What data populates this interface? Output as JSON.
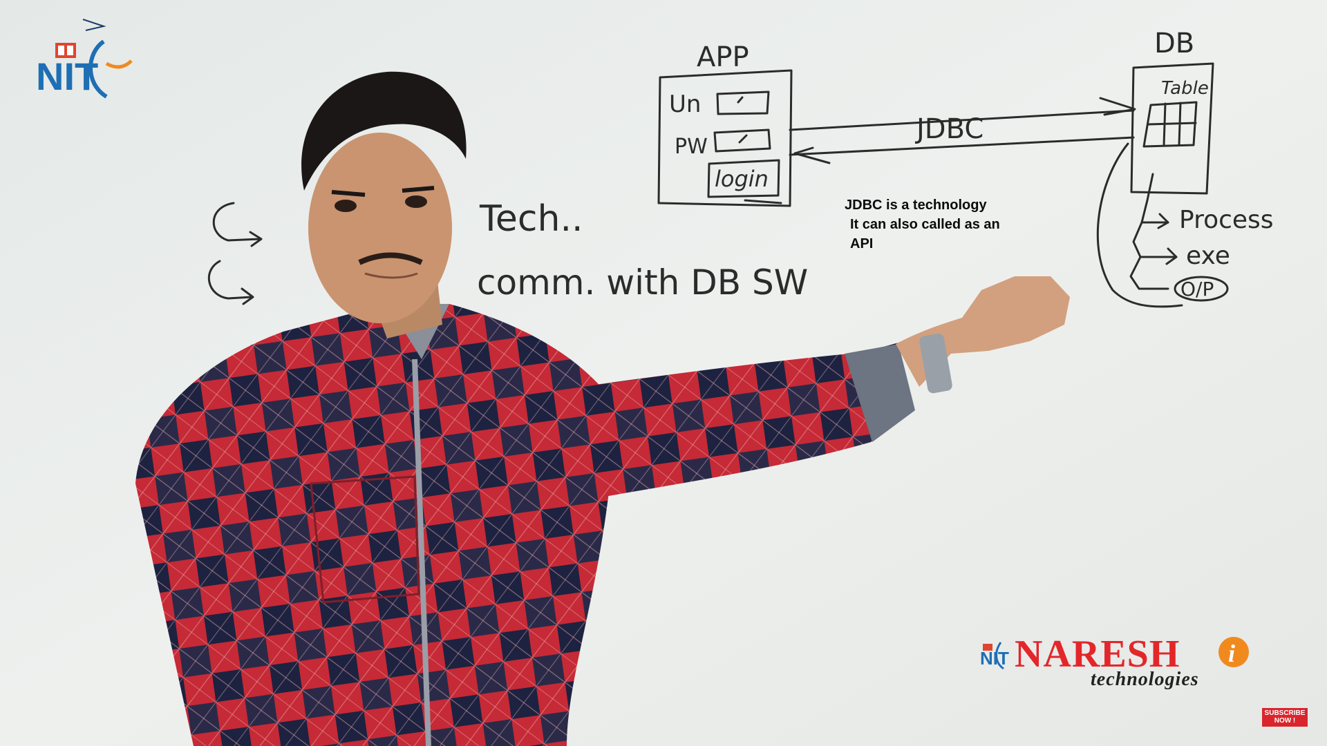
{
  "overlay": {
    "line1": "JDBC is a technology",
    "line2": "It can also called as an",
    "line3": "API"
  },
  "brand": {
    "name": "NARESH",
    "i": "i",
    "tagline": "technologies",
    "logo_text": "NIT"
  },
  "subscribe": {
    "line1": "SUBSCRIBE",
    "line2": "NOW !"
  },
  "whiteboard": {
    "app_label": "APP",
    "db_label": "DB",
    "un_label": "Un",
    "pw_label": "PW",
    "login_label": "login",
    "table_label": "Table",
    "jdbc_label": "JDBC",
    "process_label": "Process",
    "exe_label": "exe",
    "otp_label": "O/P",
    "tech_text": "Tech..",
    "comm_text": "comm. with DB SW"
  },
  "colors": {
    "board": "#e9ecea",
    "marker": "#2b2b2b",
    "shirt_red": "#c42a35",
    "shirt_navy": "#1f2340",
    "brand_red": "#e3262a",
    "logo_blue": "#1e6fb4",
    "logo_orange": "#f08a1f"
  },
  "icons": [
    "nit-logo-icon",
    "naresh-logo-icon",
    "subscribe-icon"
  ]
}
